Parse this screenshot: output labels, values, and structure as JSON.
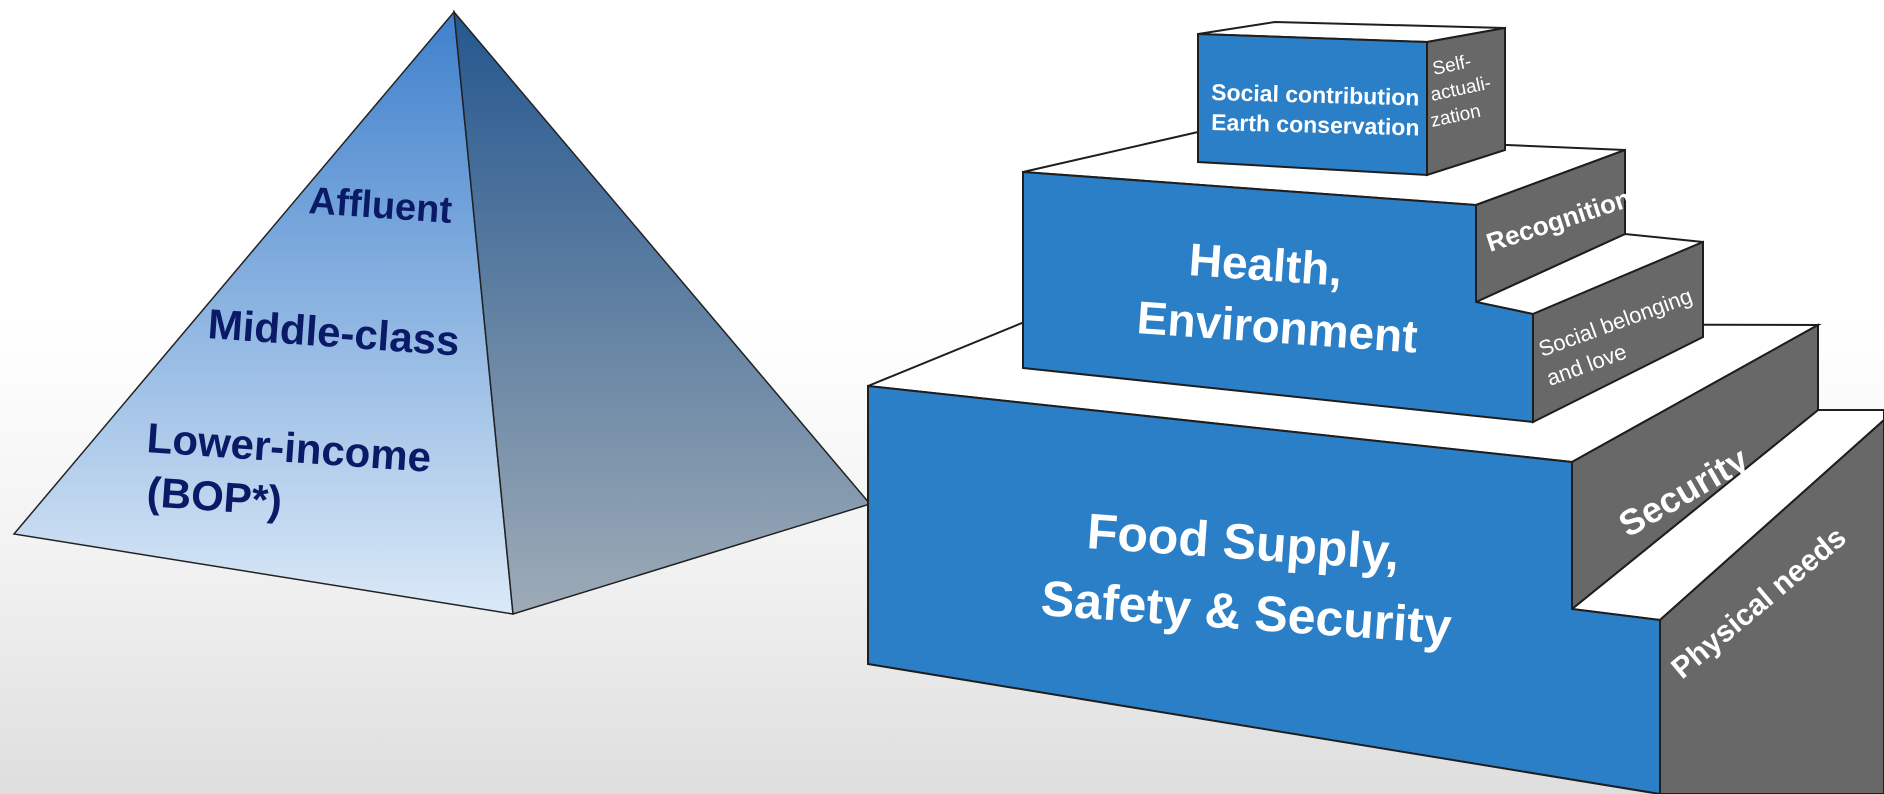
{
  "income_pyramid": {
    "levels": [
      "Affluent",
      "Middle-class",
      "Lower-income",
      "(BOP*)"
    ],
    "colors": {
      "front_top": "#4a88d0",
      "front_bottom": "#d9e8f6",
      "side_top": "#2b5e96",
      "side_bottom": "#9aa8b5"
    }
  },
  "needs_pyramid": {
    "tiers": {
      "top": {
        "front": [
          "Social contribution",
          "Earth conservation"
        ],
        "side": [
          "Self-",
          "actuali-",
          "zation"
        ]
      },
      "middle": {
        "front": [
          "Health,",
          "Environment"
        ],
        "side_upper": "Recognition",
        "side_lower": [
          "Social belonging",
          "and love"
        ]
      },
      "base": {
        "front": [
          "Food Supply,",
          "Safety & Security"
        ],
        "side_upper": "Security",
        "side_lower": "Physical needs"
      }
    },
    "colors": {
      "front": "#2b7fc7",
      "side": "#6a6a6a",
      "top": "#ffffff",
      "outline": "#1e1e1e"
    }
  }
}
